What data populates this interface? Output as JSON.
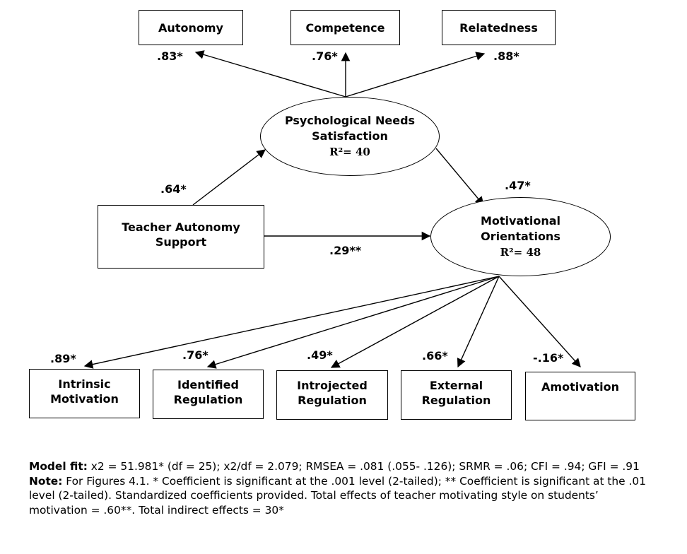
{
  "nodes": {
    "autonomy": "Autonomy",
    "competence": "Competence",
    "relatedness": "Relatedness",
    "pns_line1": "Psychological Needs",
    "pns_line2": "Satisfaction",
    "pns_r2": "R²= 40",
    "tas_line1": "Teacher Autonomy",
    "tas_line2": "Support",
    "mo_line1": "Motivational",
    "mo_line2": "Orientations",
    "mo_r2": "R²= 48",
    "intrinsic_line1": "Intrinsic",
    "intrinsic_line2": "Motivation",
    "identified_line1": "Identified",
    "identified_line2": "Regulation",
    "introjected_line1": "Introjected",
    "introjected_line2": "Regulation",
    "external_line1": "External",
    "external_line2": "Regulation",
    "amotivation": "Amotivation"
  },
  "coefficients": {
    "autonomy": ".83*",
    "competence": ".76*",
    "relatedness": ".88*",
    "tas_pns": ".64*",
    "pns_mo": ".47*",
    "tas_mo": ".29**",
    "intrinsic": ".89*",
    "identified": ".76*",
    "introjected": ".49*",
    "external": ".66*",
    "amotivation": "-.16*"
  },
  "notes": {
    "fit_label": "Model fit:",
    "fit_text": " x2 = 51.981* (df = 25); x2/df = 2.079; RMSEA = .081 (.055- .126); SRMR = .06; CFI = .94; GFI = .91",
    "note_label": "Note:",
    "note_text": " For Figures 4.1. * Coefficient is significant at the .001 level (2-tailed); ** Coefficient is significant at the .01 level (2-tailed). Standardized coefficients provided. Total effects of teacher motivating style on students’ motivation = .60**. Total indirect effects = 30*"
  }
}
